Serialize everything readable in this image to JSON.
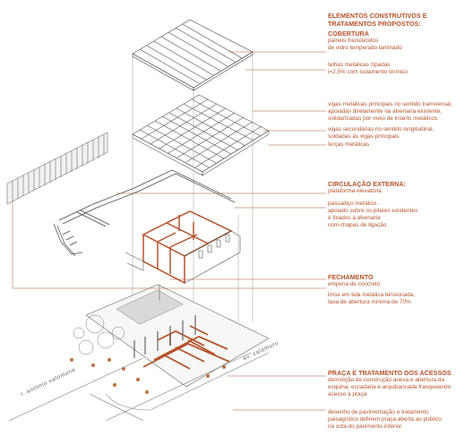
{
  "heading": {
    "line1": "ELEMENTOS CONSTRUTIVOS E",
    "line2": "TRATAMENTOS PROPOSTOS:"
  },
  "cobertura": {
    "title": "COBERTURA",
    "b1l1": "painéis translúcidos",
    "b1l2": "de vidro temperado laminado",
    "b2l1": "telhas metálicas zipadas",
    "b2l2": "i=2,5% com isolamento térmico",
    "b3l1": "vigas metálicas principais no sentido transversal,",
    "b3l2": "apoiadas diretamente na alvenaria existente,",
    "b3l3": "solidarizadas por meio de inserts metálicos.",
    "b4l1": "vigas secundárias no sentido longitudinal,",
    "b4l2": "soldadas às vigas principais",
    "b5l1": "terças metálicas"
  },
  "circulacao": {
    "title": "CIRCULAÇÃO EXTERNA:",
    "b1l1": "plataforma elevatória",
    "b2l1": "passadiço metálico",
    "b2l2": "apoiado sobre os pilares existentes",
    "b2l3": "e fixados à alvenaria",
    "b2l4": "com chapas de ligação"
  },
  "fechamento": {
    "title": "FECHAMENTO",
    "b1l1": "empena de concreto",
    "b2l1": "brise em tela metálica tensionada,",
    "b2l2": "taxa de abertura mínima de 70%"
  },
  "praca": {
    "title": "PRAÇA E TRATAMENTO DOS ACESSOS",
    "b1l1": "demolição de construção anexa e abertura da",
    "b1l2": "esquina; escadaria e arquibancada franqueando",
    "b1l3": "acesso à praça",
    "b2l1": "desenho de pavimentação e tratamento",
    "b2l2": "paisagístico definem praça aberta ao público",
    "b2l3": "na cota do pavimento inferior"
  },
  "streets": {
    "left": "r. antonio salomone",
    "right": "av. calamuru"
  },
  "colors": {
    "accent": "#b5532a",
    "lines": "#555555",
    "light": "#9a9a9a"
  }
}
